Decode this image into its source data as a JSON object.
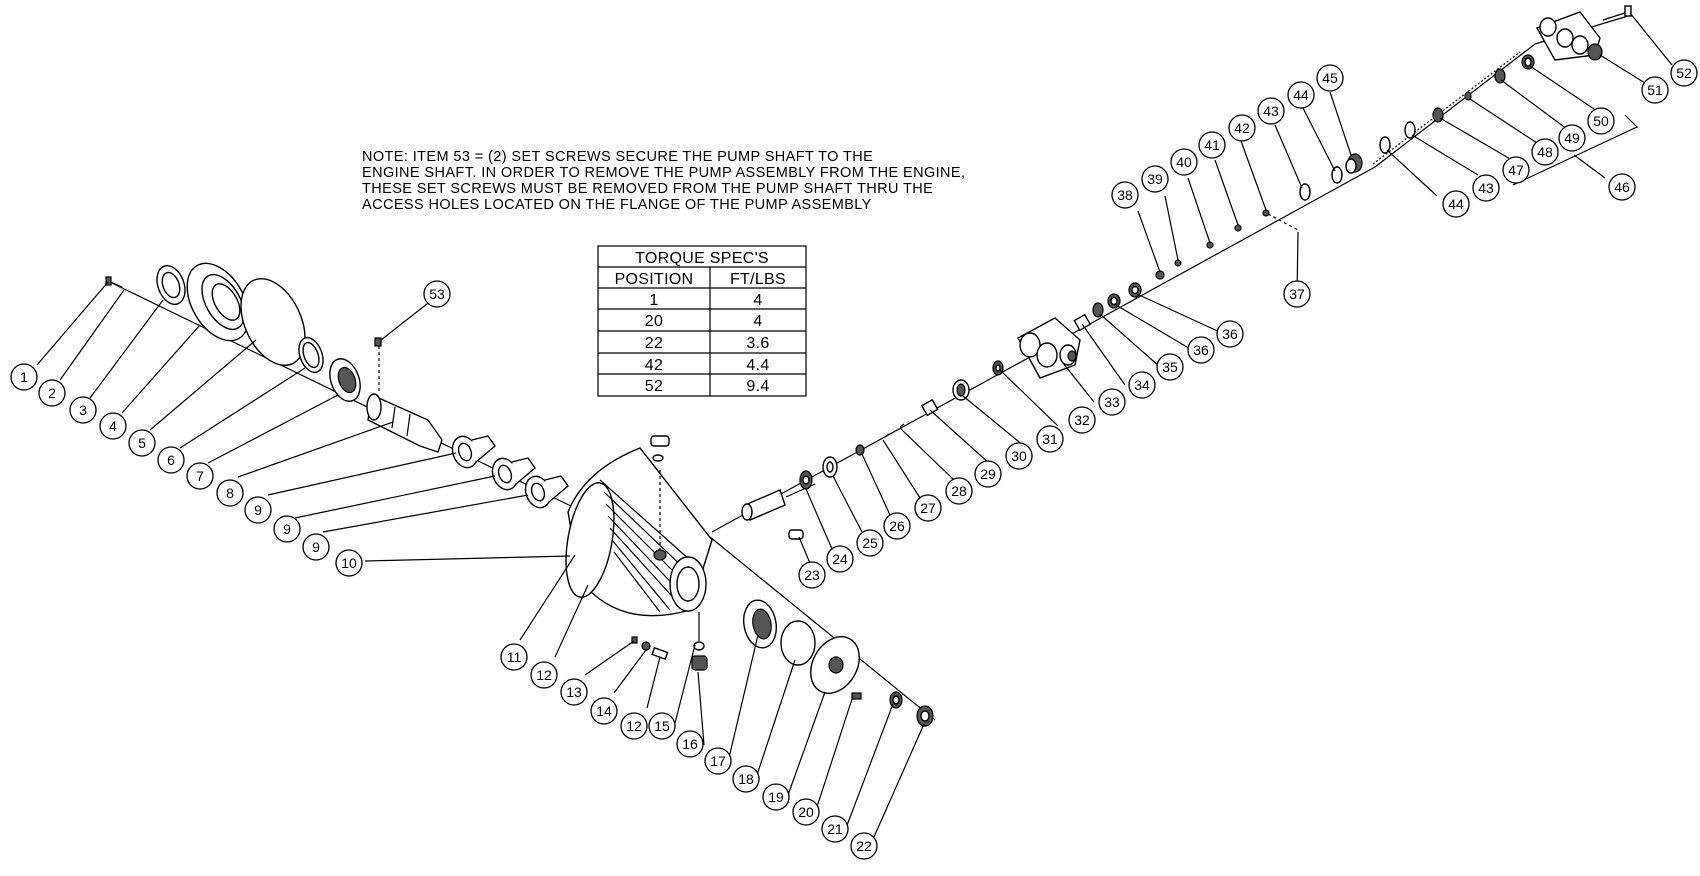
{
  "note": {
    "lines": [
      "NOTE: ITEM 53 = (2) SET SCREWS SECURE THE PUMP SHAFT TO THE",
      "ENGINE SHAFT. IN ORDER TO REMOVE THE PUMP ASSEMBLY FROM THE ENGINE,",
      "THESE SET SCREWS MUST BE REMOVED FROM THE PUMP SHAFT THRU THE",
      "ACCESS HOLES LOCATED ON THE FLANGE OF THE PUMP ASSEMBLY"
    ]
  },
  "torque_table": {
    "title": "TORQUE SPEC'S",
    "headers": [
      "POSITION",
      "FT/LBS"
    ],
    "rows": [
      [
        "1",
        "4"
      ],
      [
        "20",
        "4"
      ],
      [
        "22",
        "3.6"
      ],
      [
        "42",
        "4.4"
      ],
      [
        "52",
        "9.4"
      ]
    ]
  },
  "callouts": [
    "1",
    "2",
    "3",
    "4",
    "5",
    "6",
    "7",
    "8",
    "9",
    "9",
    "9",
    "10",
    "11",
    "12",
    "13",
    "14",
    "15",
    "12",
    "16",
    "17",
    "18",
    "19",
    "20",
    "21",
    "22",
    "23",
    "24",
    "25",
    "26",
    "27",
    "28",
    "29",
    "30",
    "31",
    "32",
    "33",
    "34",
    "35",
    "36",
    "36",
    "37",
    "38",
    "39",
    "40",
    "41",
    "42",
    "43",
    "44",
    "45",
    "44",
    "43",
    "46",
    "47",
    "48",
    "49",
    "50",
    "51",
    "52",
    "53"
  ]
}
